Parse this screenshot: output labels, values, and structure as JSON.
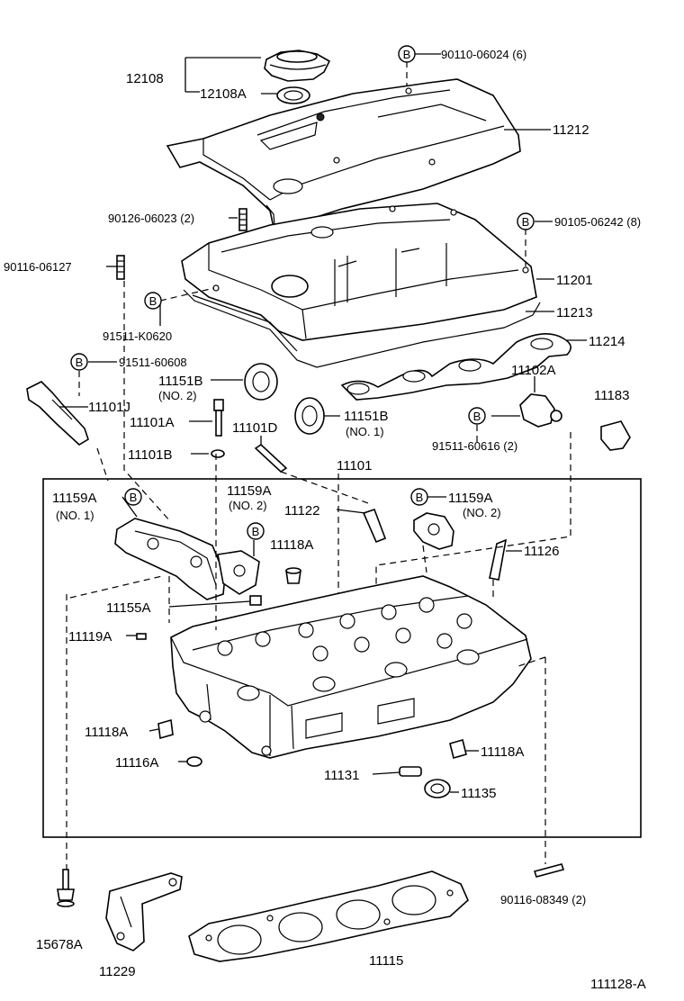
{
  "badge_letter": "B",
  "labels": {
    "p12108": "12108",
    "p12108a": "12108A",
    "p90110": "90110-06024 (6)",
    "p11212": "11212",
    "p90126": "90126-06023 (2)",
    "p90105": "90105-06242 (8)",
    "p90116_06127": "90116-06127",
    "p11201": "11201",
    "p91511_k0620": "91511-K0620",
    "p11213": "11213",
    "p11214": "11214",
    "p91511_60608": "91511-60608",
    "p11151b_top": "11151B",
    "no2_a": "(NO. 2)",
    "p11102a": "11102A",
    "p11183": "11183",
    "p11101j": "11101J",
    "p11101a": "11101A",
    "p11101d": "11101D",
    "p11151b_bot": "11151B",
    "no1_a": "(NO. 1)",
    "p91511_60616": "91511-60616 (2)",
    "p11101b": "11101B",
    "p11101": "11101",
    "p11159a_left": "11159A",
    "no1_b": "(NO. 1)",
    "p11159a_mid": "11159A",
    "no2_b": "(NO. 2)",
    "p11122": "11122",
    "p11159a_right": "11159A",
    "no2_c": "(NO. 2)",
    "p11118a_top": "11118A",
    "p11126": "11126",
    "p11155a": "11155A",
    "p11119a": "11119A",
    "p11118a_left": "11118A",
    "p11118a_right": "11118A",
    "p11116a": "11116A",
    "p11131": "11131",
    "p11135": "11135",
    "p15678a": "15678A",
    "p90116_08349": "90116-08349 (2)",
    "p11229": "11229",
    "p11115": "11115",
    "ref": "111128-A"
  }
}
